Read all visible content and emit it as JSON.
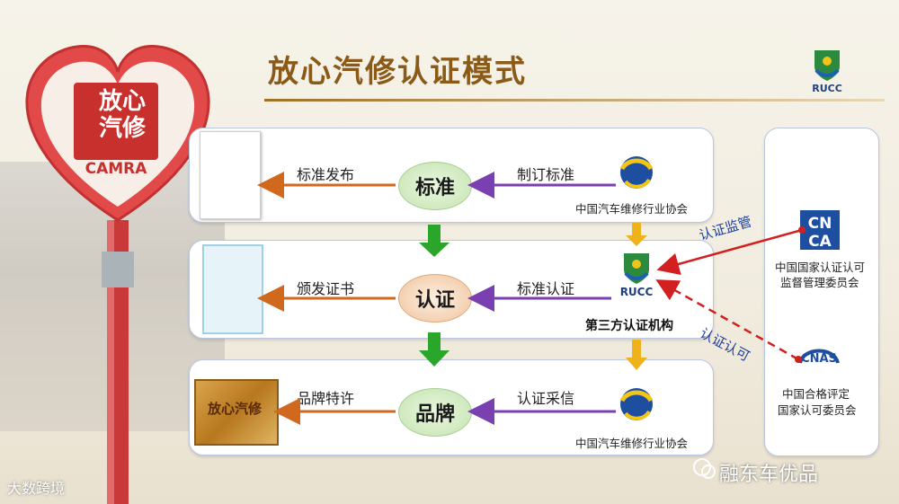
{
  "title": "放心汽修认证模式",
  "sign": {
    "seal_text_1": "放心",
    "seal_text_2": "汽修",
    "brand": "CAMRA"
  },
  "rucc_label": "RUCC",
  "rows": [
    {
      "stage": "标准",
      "left_label": "标准发布",
      "right_label": "制订标准",
      "org": "中国汽车维修行业协会"
    },
    {
      "stage": "认证",
      "left_label": "颁发证书",
      "right_label": "标准认证",
      "org": "第三方认证机构"
    },
    {
      "stage": "品牌",
      "left_label": "品牌特许",
      "right_label": "认证采信",
      "org": "中国汽车维修行业协会"
    }
  ],
  "right_panel": {
    "cnca_org_line1": "中国国家认证认可",
    "cnca_org_line2": "监督管理委员会",
    "cnas_label": "CNAS",
    "cnas_org_line1": "中国合格评定",
    "cnas_org_line2": "国家认可委员会"
  },
  "relations": {
    "supervise": "认证监管",
    "accredit": "认证认可"
  },
  "plaque_text": "放心汽修",
  "watermarks": {
    "left": "大数跨境",
    "right": "融东车优品"
  },
  "colors": {
    "orange_arrow": "#d0681e",
    "purple_arrow": "#7a3fb0",
    "green_arrow": "#2aa62a",
    "yellow_arrow": "#f0b21a",
    "red_arrow": "#d21f1f",
    "oval_fill": "#d8efc9",
    "oval_fill_mid": "#f7d6b8"
  }
}
